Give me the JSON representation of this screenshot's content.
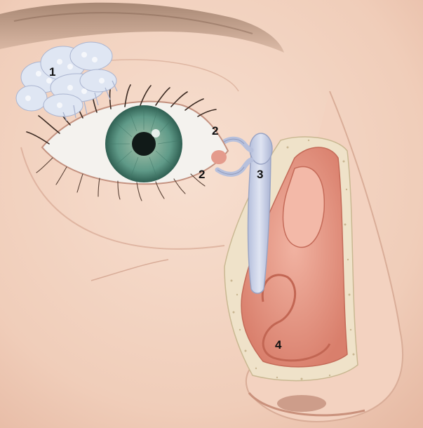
{
  "labels": {
    "lacrimal_gland": "1",
    "upper_punctum": "2",
    "lower_punctum": "2",
    "lacrimal_sac": "3",
    "nasolacrimal_duct_opening": "4"
  },
  "colors": {
    "skin": "#f2d3c1",
    "skin_shadow": "#e4b8a2",
    "brow": "#8a6a58",
    "iris": "#5f9a88",
    "iris_dark": "#2f5f52",
    "pupil": "#111a18",
    "sclera": "#f4f2ee",
    "duct": "#c5cde3",
    "duct_outline": "#9aa4c4",
    "gland": "#dfe6f3",
    "nasal_mucosa": "#e99a88",
    "nasal_mucosa_dark": "#d47a68",
    "bone": "#efe2c9"
  }
}
